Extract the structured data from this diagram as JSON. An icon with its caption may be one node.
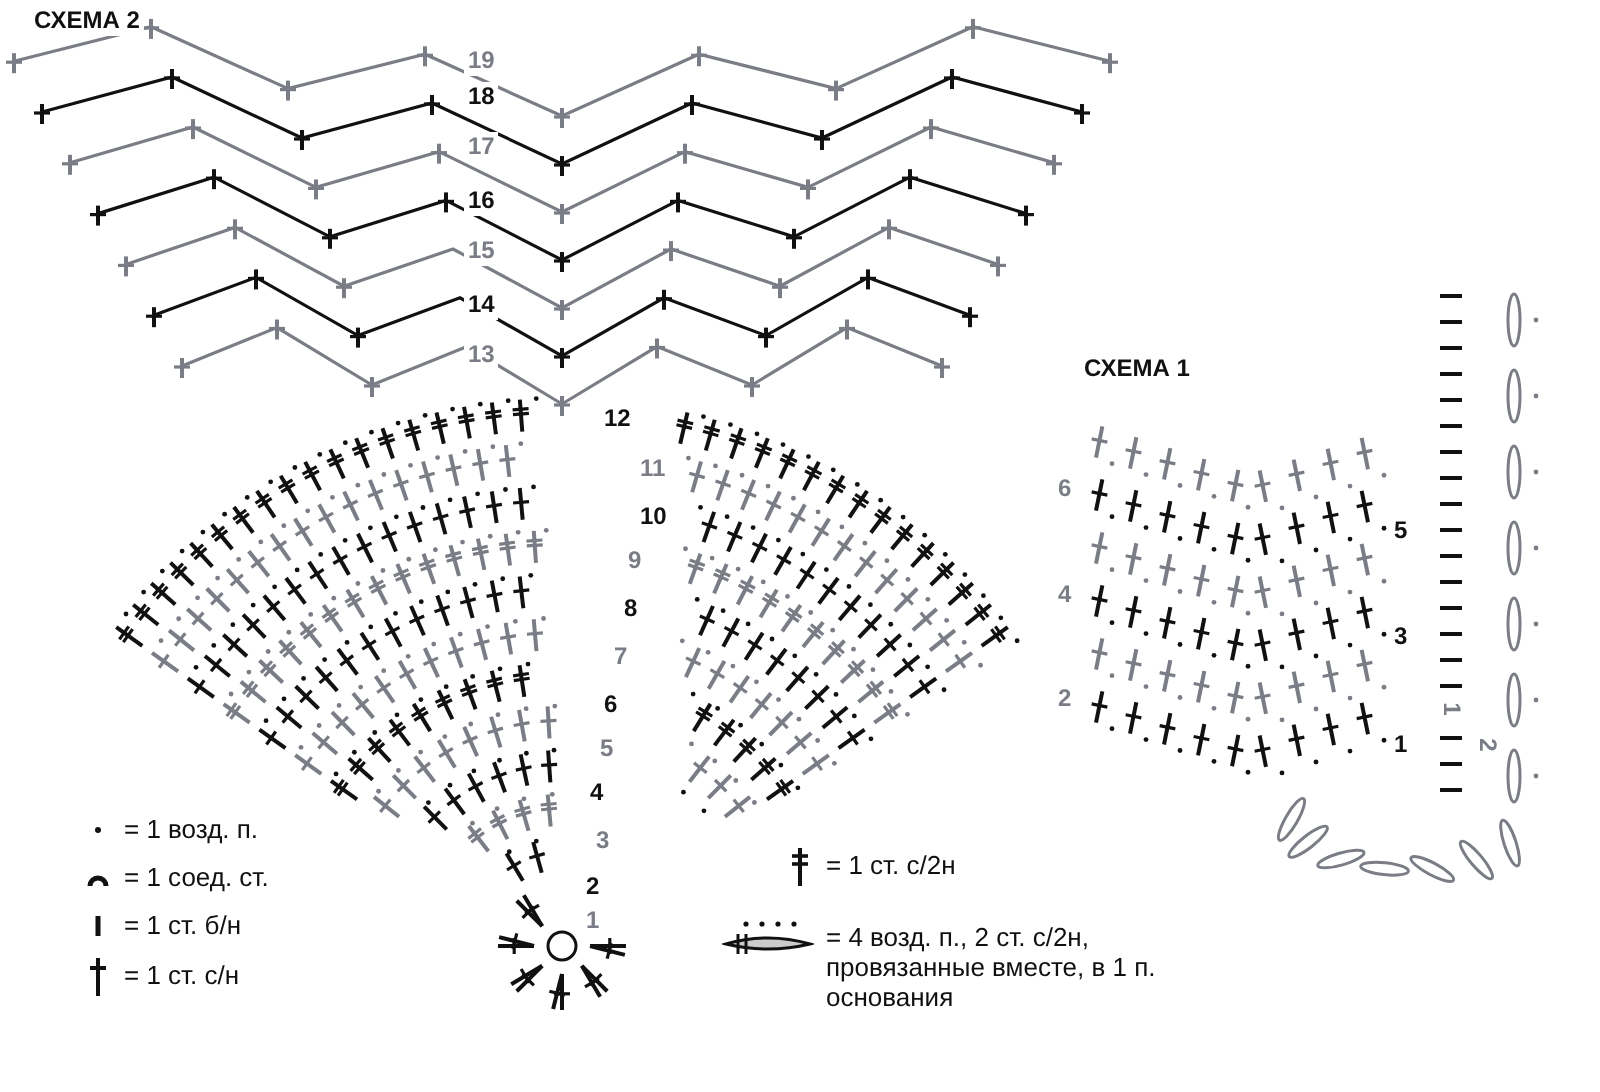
{
  "diagram": {
    "labels": [
      "СХЕМА 2",
      "19",
      "18",
      "17",
      "16",
      "15",
      "14",
      "13",
      "12",
      "11",
      "10",
      "9",
      "8",
      "7",
      "6",
      "5",
      "4",
      "3",
      "2",
      "1",
      "СХЕМА 1",
      "6",
      "5",
      "4",
      "3",
      "2",
      "1",
      "1",
      "2"
    ],
    "legend": [
      {
        "text": "= 1 возд. п."
      },
      {
        "text": "= 1 соед. ст."
      },
      {
        "text": "= 1 ст. б/н"
      },
      {
        "text": "= 1 ст. с/н"
      },
      {
        "text": "= 1 ст. с/2н"
      },
      {
        "text": "= 4 возд. п., 2 ст. с/2н, провязанные вместе, в 1 п. основания"
      }
    ]
  }
}
